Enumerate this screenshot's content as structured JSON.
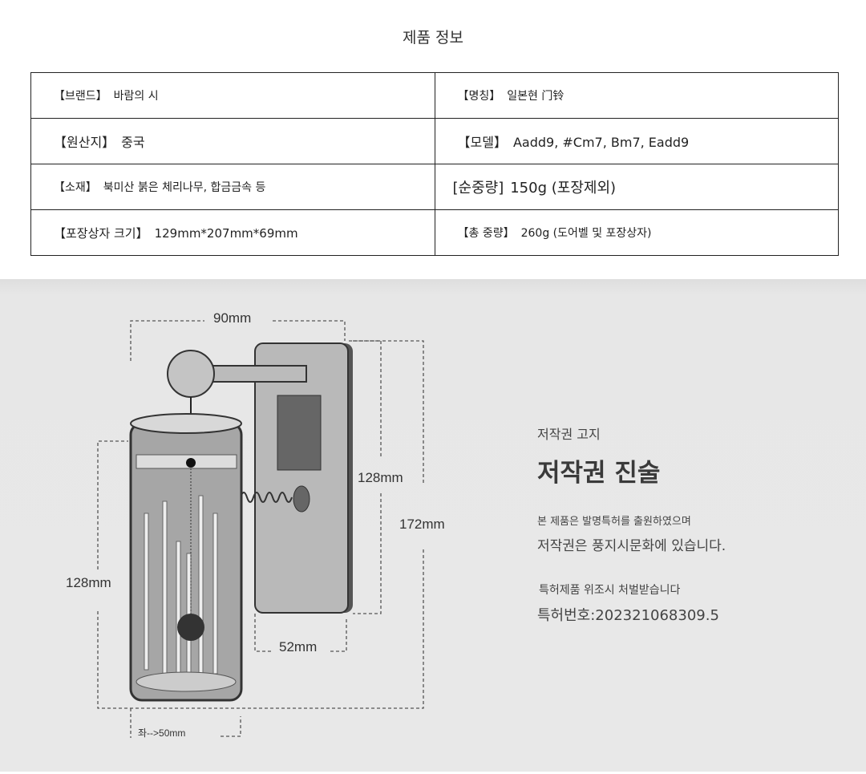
{
  "title": "제품 정보",
  "specs": [
    [
      {
        "key": "【브랜드】",
        "value": "바람의 시"
      },
      {
        "key": "【명칭】",
        "value": "일본현 门铃"
      }
    ],
    [
      {
        "key": "【원산지】",
        "value": "중국"
      },
      {
        "key": "【모델】",
        "value": "Aadd9, #Cm7, Bm7, Eadd9"
      }
    ],
    [
      {
        "key": "【소재】",
        "value": "북미산 붉은 체리나무, 합금금속 등"
      },
      {
        "key": "[순중량]",
        "value": "150g (포장제외)"
      }
    ],
    [
      {
        "key": "【포장상자 크기】",
        "value": "129mm*207mm*69mm"
      },
      {
        "key": "【총 중량】",
        "value": "260g (도어벨 및 포장상자)"
      }
    ]
  ],
  "diagram": {
    "width_top": "90mm",
    "panel_height": "128mm",
    "total_height": "172mm",
    "tube_height": "128mm",
    "panel_depth": "52mm",
    "tube_width": "좌-->50mm"
  },
  "notice": {
    "subtitle": "저작권 고지",
    "heading": "저작권 진술",
    "line1": "본 제품은 발명특허를 출원하였으며",
    "line2": "저작권은 풍지시문화에 있습니다.",
    "line3": "특허제품 위조시 처벌받습니다",
    "line4": "특허번호:202321068309.5"
  }
}
